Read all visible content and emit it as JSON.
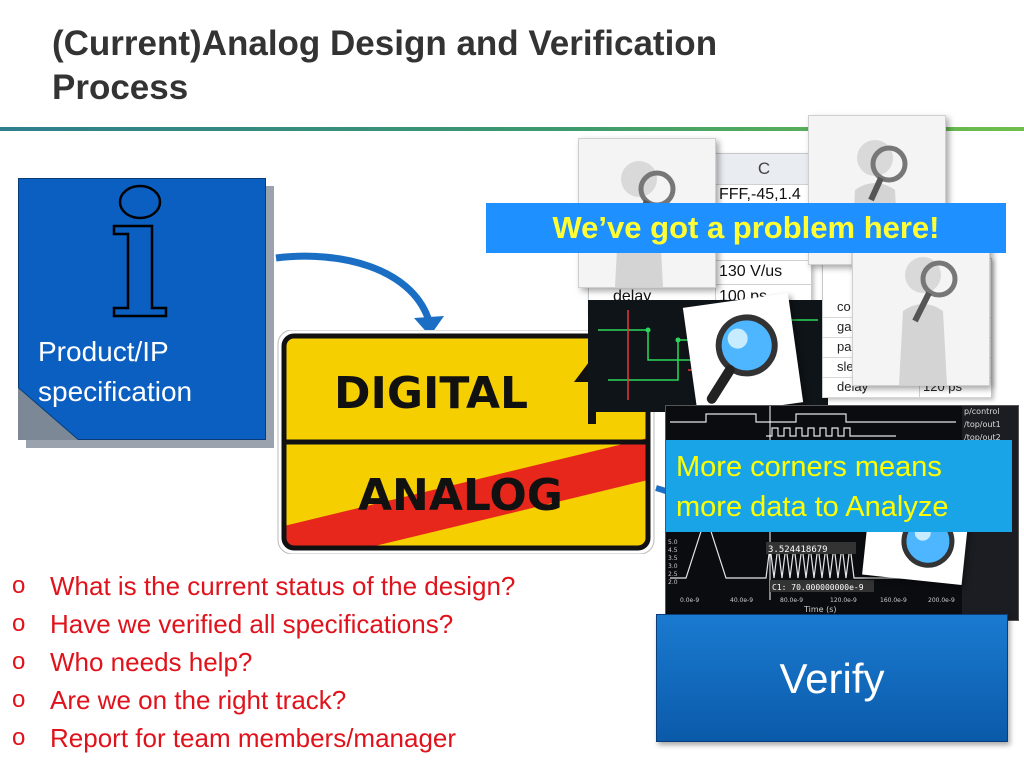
{
  "slide": {
    "title_line1": "(Current)Analog Design and Verification",
    "title_line2": "Process"
  },
  "spec_box": {
    "label_line1": "Product/IP",
    "label_line2": "specification",
    "icon": "info-icon"
  },
  "road_sign": {
    "top_text": "DIGITAL",
    "bottom_text": "ANALOG",
    "icon": "arrow-up-icon"
  },
  "data_table": {
    "column_header": "C",
    "rows": [
      {
        "label": "",
        "value": "FFF,-45,1.4"
      },
      {
        "label": "",
        "value": "130 V/us"
      },
      {
        "label": "delay",
        "value": "100 ps"
      }
    ]
  },
  "side_table": {
    "rows": [
      {
        "label": "co",
        "value": ""
      },
      {
        "label": "ga",
        "value": ""
      },
      {
        "label": "pa",
        "value": ""
      },
      {
        "label": "sle",
        "value": ""
      },
      {
        "label": "delay",
        "value": "120 ps"
      }
    ]
  },
  "callouts": {
    "problem": "We’ve got a problem here!",
    "corners_line1": "More corners means",
    "corners_line2": "more data to Analyze"
  },
  "waveform": {
    "nets": [
      "p/control",
      "/top/out1",
      "/top/out2"
    ],
    "cursor_label": "C1: 70.000000000e-9",
    "value_label": "3.524418679",
    "x_axis_label": "Time (s)",
    "x_ticks": [
      "0.0e-9",
      "40.0e-9",
      "80.0e-9",
      "120.0e-9",
      "160.0e-9",
      "200.0e-9"
    ],
    "y_ticks": [
      "5.0",
      "4.5",
      "3.5",
      "3.0",
      "2.5",
      "2.0"
    ]
  },
  "verify_button": {
    "label": "Verify"
  },
  "questions": [
    "What is the current status of the design?",
    "Have we verified all specifications?",
    "Who needs help?",
    "Are we on the right track?",
    "Report for team members/manager"
  ],
  "bullet_glyph": "o",
  "colors": {
    "title": "#333333",
    "spec_box": "#0a5fc0",
    "sign_yellow": "#f6cf00",
    "strike_red": "#e8271c",
    "banner_blue": "#1e90ff",
    "banner_text": "#ffff33",
    "question_red": "#e0121b"
  }
}
